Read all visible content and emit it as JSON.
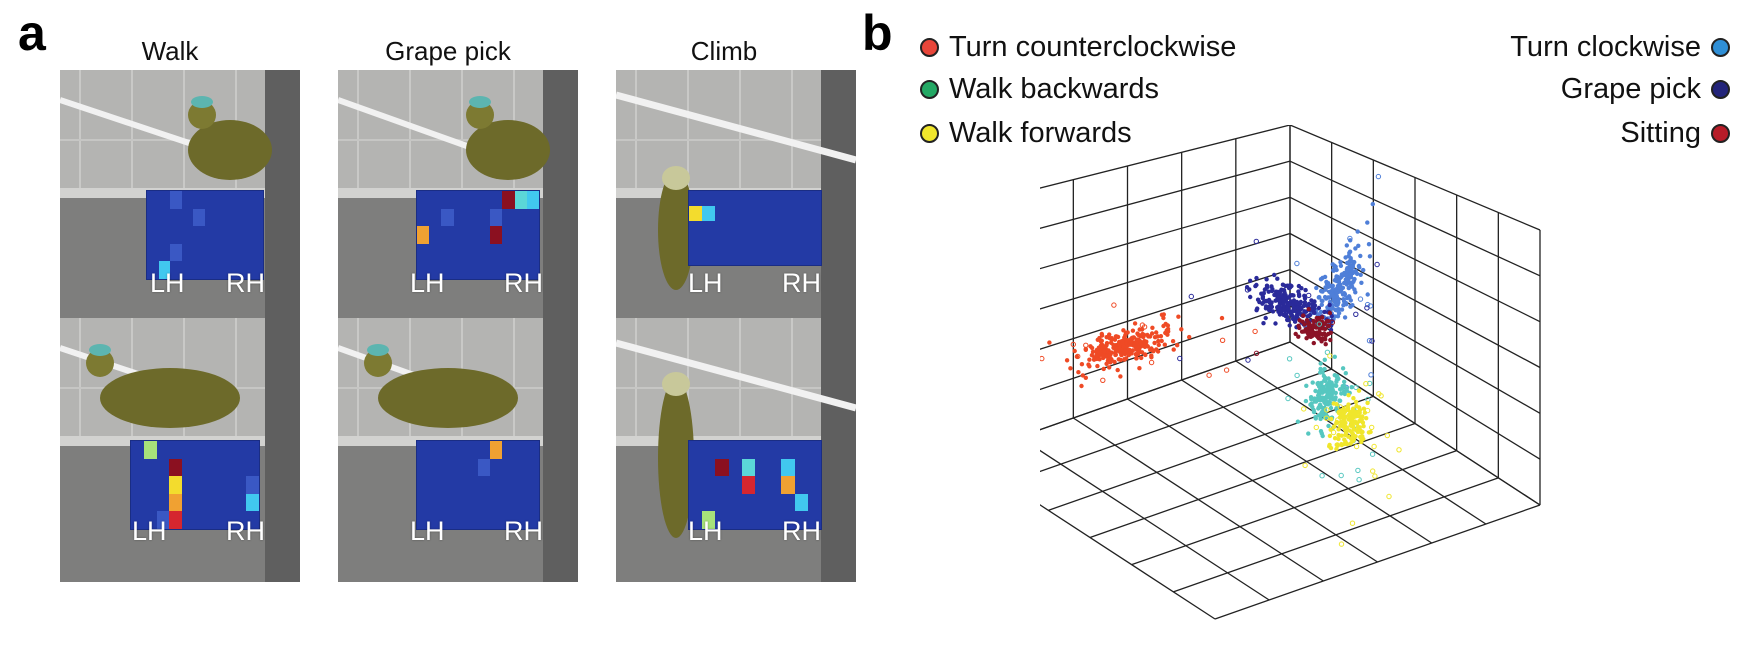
{
  "panel_a": {
    "letter": "a",
    "columns": [
      "Walk",
      "Grape pick",
      "Climb"
    ],
    "hemisphere_labels": {
      "left": "LH",
      "right": "RH"
    },
    "heatmap_colors": {
      "background": "#233aa5",
      "light_blue": "#41c8ef",
      "cyan": "#5bd7d8",
      "green": "#a7e27a",
      "yellow": "#f3dc2d",
      "orange": "#f0a132",
      "red": "#d5262f",
      "dark_red": "#8b1020",
      "mid_blue": "#3a58c4"
    },
    "frames": [
      {
        "behavior": "Walk",
        "row": 1,
        "active_cells": [
          [
            "0-2",
            "mid_blue"
          ],
          [
            "1-4",
            "mid_blue"
          ],
          [
            "3-2",
            "mid_blue"
          ],
          [
            "4-1",
            "light_blue"
          ]
        ]
      },
      {
        "behavior": "Grape pick",
        "row": 1,
        "active_cells": [
          [
            "0-7",
            "dark_red"
          ],
          [
            "0-8",
            "cyan"
          ],
          [
            "0-9",
            "light_blue"
          ],
          [
            "1-2",
            "mid_blue"
          ],
          [
            "2-0",
            "orange"
          ],
          [
            "2-6",
            "dark_red"
          ],
          [
            "1-6",
            "mid_blue"
          ]
        ]
      },
      {
        "behavior": "Climb",
        "row": 1,
        "active_cells": [
          [
            "1-0",
            "yellow"
          ],
          [
            "1-1",
            "light_blue"
          ]
        ]
      },
      {
        "behavior": "Walk",
        "row": 2,
        "active_cells": [
          [
            "0-1",
            "green"
          ],
          [
            "1-3",
            "dark_red"
          ],
          [
            "2-3",
            "yellow"
          ],
          [
            "3-3",
            "orange"
          ],
          [
            "4-2",
            "mid_blue"
          ],
          [
            "4-3",
            "red"
          ],
          [
            "3-9",
            "light_blue"
          ],
          [
            "2-9",
            "mid_blue"
          ]
        ]
      },
      {
        "behavior": "Grape pick",
        "row": 2,
        "active_cells": [
          [
            "0-6",
            "orange"
          ],
          [
            "1-5",
            "mid_blue"
          ]
        ]
      },
      {
        "behavior": "Climb",
        "row": 2,
        "active_cells": [
          [
            "1-2",
            "dark_red"
          ],
          [
            "1-4",
            "cyan"
          ],
          [
            "1-7",
            "light_blue"
          ],
          [
            "2-4",
            "red"
          ],
          [
            "2-7",
            "orange"
          ],
          [
            "3-8",
            "light_blue"
          ],
          [
            "4-1",
            "green"
          ]
        ]
      }
    ]
  },
  "panel_b": {
    "letter": "b",
    "legend": [
      {
        "label": "Turn counterclockwise",
        "color": "#e8463a",
        "side": "left"
      },
      {
        "label": "Walk backwards",
        "color": "#23a864",
        "side": "left"
      },
      {
        "label": "Walk forwards",
        "color": "#f0e62c",
        "side": "left"
      },
      {
        "label": "Turn clockwise",
        "color": "#2f8fd6",
        "side": "right"
      },
      {
        "label": "Grape pick",
        "color": "#23247a",
        "side": "right"
      },
      {
        "label": "Sitting",
        "color": "#b71c28",
        "side": "right"
      }
    ],
    "clusters": [
      {
        "name": "Turn counterclockwise",
        "color": "#ef4a25"
      },
      {
        "name": "Turn clockwise",
        "color": "#4f7fd8"
      },
      {
        "name": "Grape pick",
        "color": "#2a2a9a"
      },
      {
        "name": "Sitting",
        "color": "#8b1226"
      },
      {
        "name": "Walk backwards",
        "color": "#56c7c0"
      },
      {
        "name": "Walk forwards",
        "color": "#f0e62c"
      }
    ]
  }
}
